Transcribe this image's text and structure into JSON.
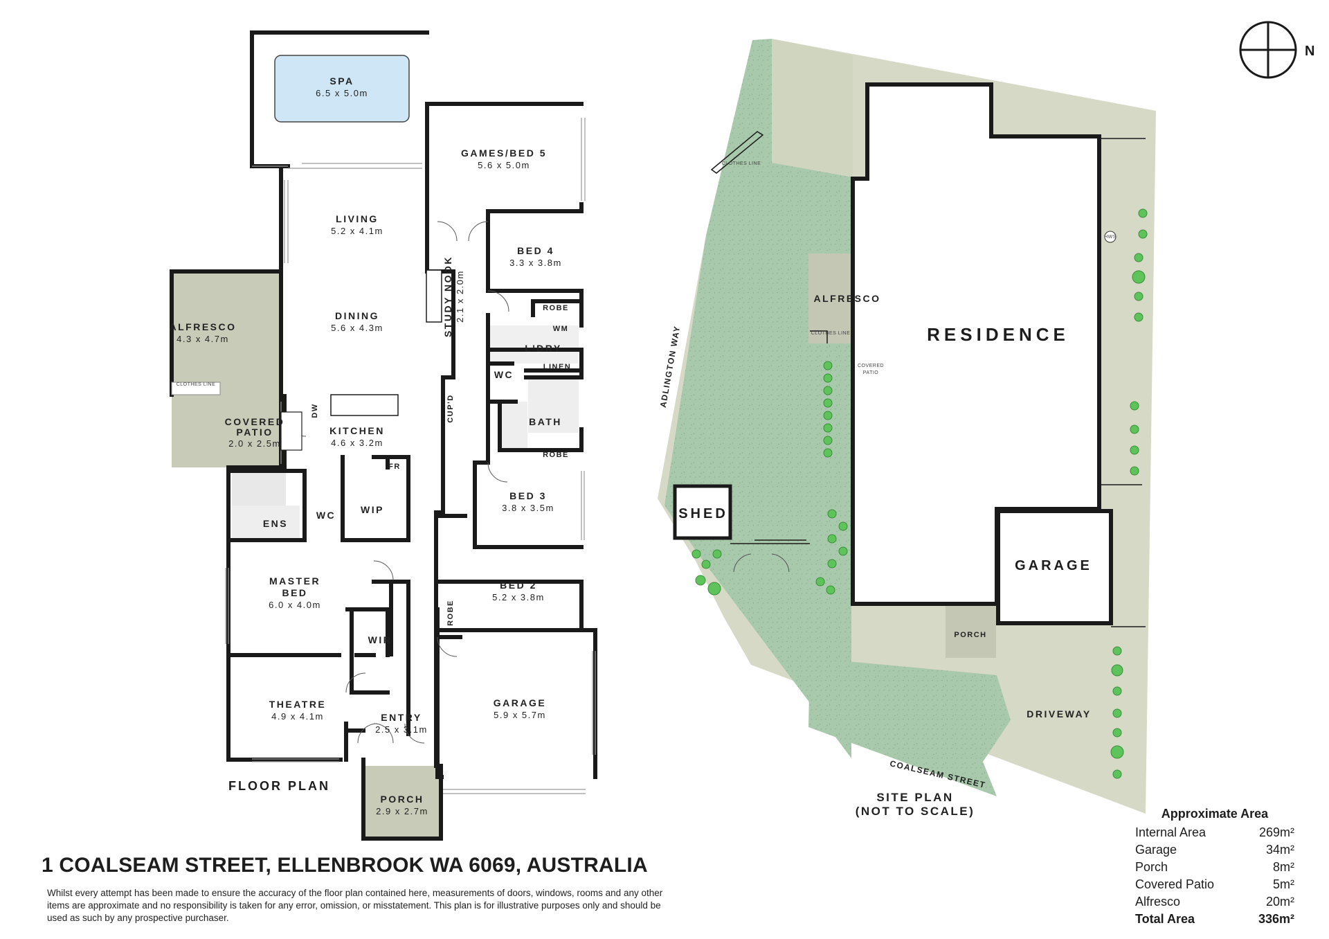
{
  "floor_plan": {
    "caption": "FLOOR PLAN",
    "rooms": [
      {
        "id": "spa",
        "name": "SPA",
        "dims": "6.5 x 5.0m"
      },
      {
        "id": "games",
        "name": "GAMES/BED 5",
        "dims": "5.6 x 5.0m"
      },
      {
        "id": "living",
        "name": "LIVING",
        "dims": "5.2 x 4.1m"
      },
      {
        "id": "dining",
        "name": "DINING",
        "dims": "5.6 x 4.3m"
      },
      {
        "id": "alfresco",
        "name": "ALFRESCO",
        "dims": "4.3 x 4.7m"
      },
      {
        "id": "bed4",
        "name": "BED 4",
        "dims": "3.3 x 3.8m"
      },
      {
        "id": "study",
        "name": "STUDY NOOK",
        "dims": "2.1 x 2.0m"
      },
      {
        "id": "covered_patio",
        "name": "COVERED PATIO",
        "dims": "2.0 x 2.5m"
      },
      {
        "id": "kitchen",
        "name": "KITCHEN",
        "dims": "4.6 x 3.2m"
      },
      {
        "id": "bed3",
        "name": "BED 3",
        "dims": "3.8 x 3.5m"
      },
      {
        "id": "master",
        "name": "MASTER BED",
        "dims": "6.0 x 4.0m"
      },
      {
        "id": "bed2",
        "name": "BED 2",
        "dims": "5.2 x 3.8m"
      },
      {
        "id": "theatre",
        "name": "THEATRE",
        "dims": "4.9 x 4.1m"
      },
      {
        "id": "entry",
        "name": "ENTRY",
        "dims": "2.5 x 3.1m"
      },
      {
        "id": "garage",
        "name": "GARAGE",
        "dims": "5.9 x 5.7m"
      },
      {
        "id": "porch",
        "name": "PORCH",
        "dims": "2.9 x 2.7m"
      }
    ],
    "labels": {
      "robe": "ROBE",
      "wm": "WM",
      "ldry": "L'DRY",
      "linen": "LINEN",
      "wc": "WC",
      "bath": "BATH",
      "cupd": "CUP'D",
      "dw": "DW",
      "fr": "FR",
      "ens": "ENS",
      "wip": "WIP",
      "wir": "WIR",
      "clothes_line": "CLOTHES LINE"
    }
  },
  "site_plan": {
    "caption_line1": "SITE PLAN",
    "caption_line2": "(NOT TO SCALE)",
    "labels": {
      "residence": "RESIDENCE",
      "garage": "GARAGE",
      "alfresco": "ALFRESCO",
      "covered_patio": "COVERED PATIO",
      "shed": "SHED",
      "porch": "PORCH",
      "driveway": "DRIVEWAY",
      "hws": "HWS",
      "clothes_line": "CLOTHES LINE"
    },
    "streets": [
      "ADLINGTON WAY",
      "COALSEAM STREET"
    ],
    "compass_label": "N",
    "colors": {
      "lawn": "#a9c9ac",
      "paving": "#d6d9c6",
      "covered": "#c4c7b4",
      "hedge": "#5fc35c"
    }
  },
  "address": "1 COALSEAM STREET, ELLENBROOK WA 6069, AUSTRALIA",
  "disclaimer": "Whilst every attempt has been made to ensure the accuracy of the floor plan contained here, measurements of doors, windows, rooms and any other items are approximate and no responsibility is taken for any error, omission, or misstatement. This plan is for illustrative purposes only and should be used as such by any prospective purchaser.",
  "area_summary": {
    "title": "Approximate Area",
    "rows": [
      {
        "label": "Internal Area",
        "value": "269m²"
      },
      {
        "label": "Garage",
        "value": "34m²"
      },
      {
        "label": "Porch",
        "value": "8m²"
      },
      {
        "label": "Covered Patio",
        "value": "5m²"
      },
      {
        "label": "Alfresco",
        "value": "20m²"
      }
    ],
    "total": {
      "label": "Total Area",
      "value": "336m²"
    }
  }
}
